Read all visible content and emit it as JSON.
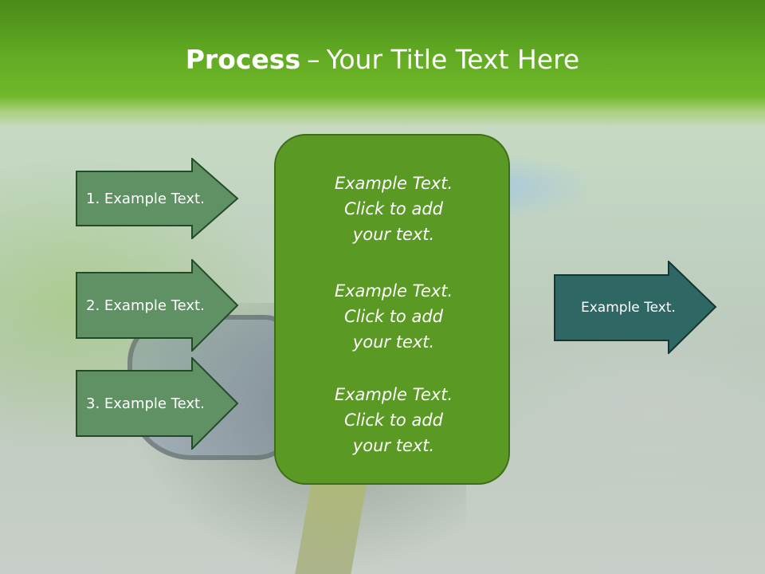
{
  "title": {
    "bold": "Process",
    "separator": "–",
    "rest": "Your Title Text Here"
  },
  "left_arrows": [
    {
      "label": "1. Example Text."
    },
    {
      "label": "2. Example Text."
    },
    {
      "label": "3. Example Text."
    }
  ],
  "center_box": {
    "blocks": [
      {
        "line1": "Example Text.",
        "line2": "Click  to add",
        "line3": "your text."
      },
      {
        "line1": "Example Text.",
        "line2": "Click  to add",
        "line3": "your text."
      },
      {
        "line1": "Example Text.",
        "line2": "Click  to add",
        "line3": "your text."
      }
    ]
  },
  "right_arrow": {
    "label": "Example Text."
  },
  "colors": {
    "header_green": "#62ab23",
    "left_arrow_fill": "#5f9165",
    "left_arrow_stroke": "#244a2a",
    "center_box_fill": "#5a9a24",
    "right_arrow_fill": "#2f6764",
    "right_arrow_stroke": "#153532"
  }
}
